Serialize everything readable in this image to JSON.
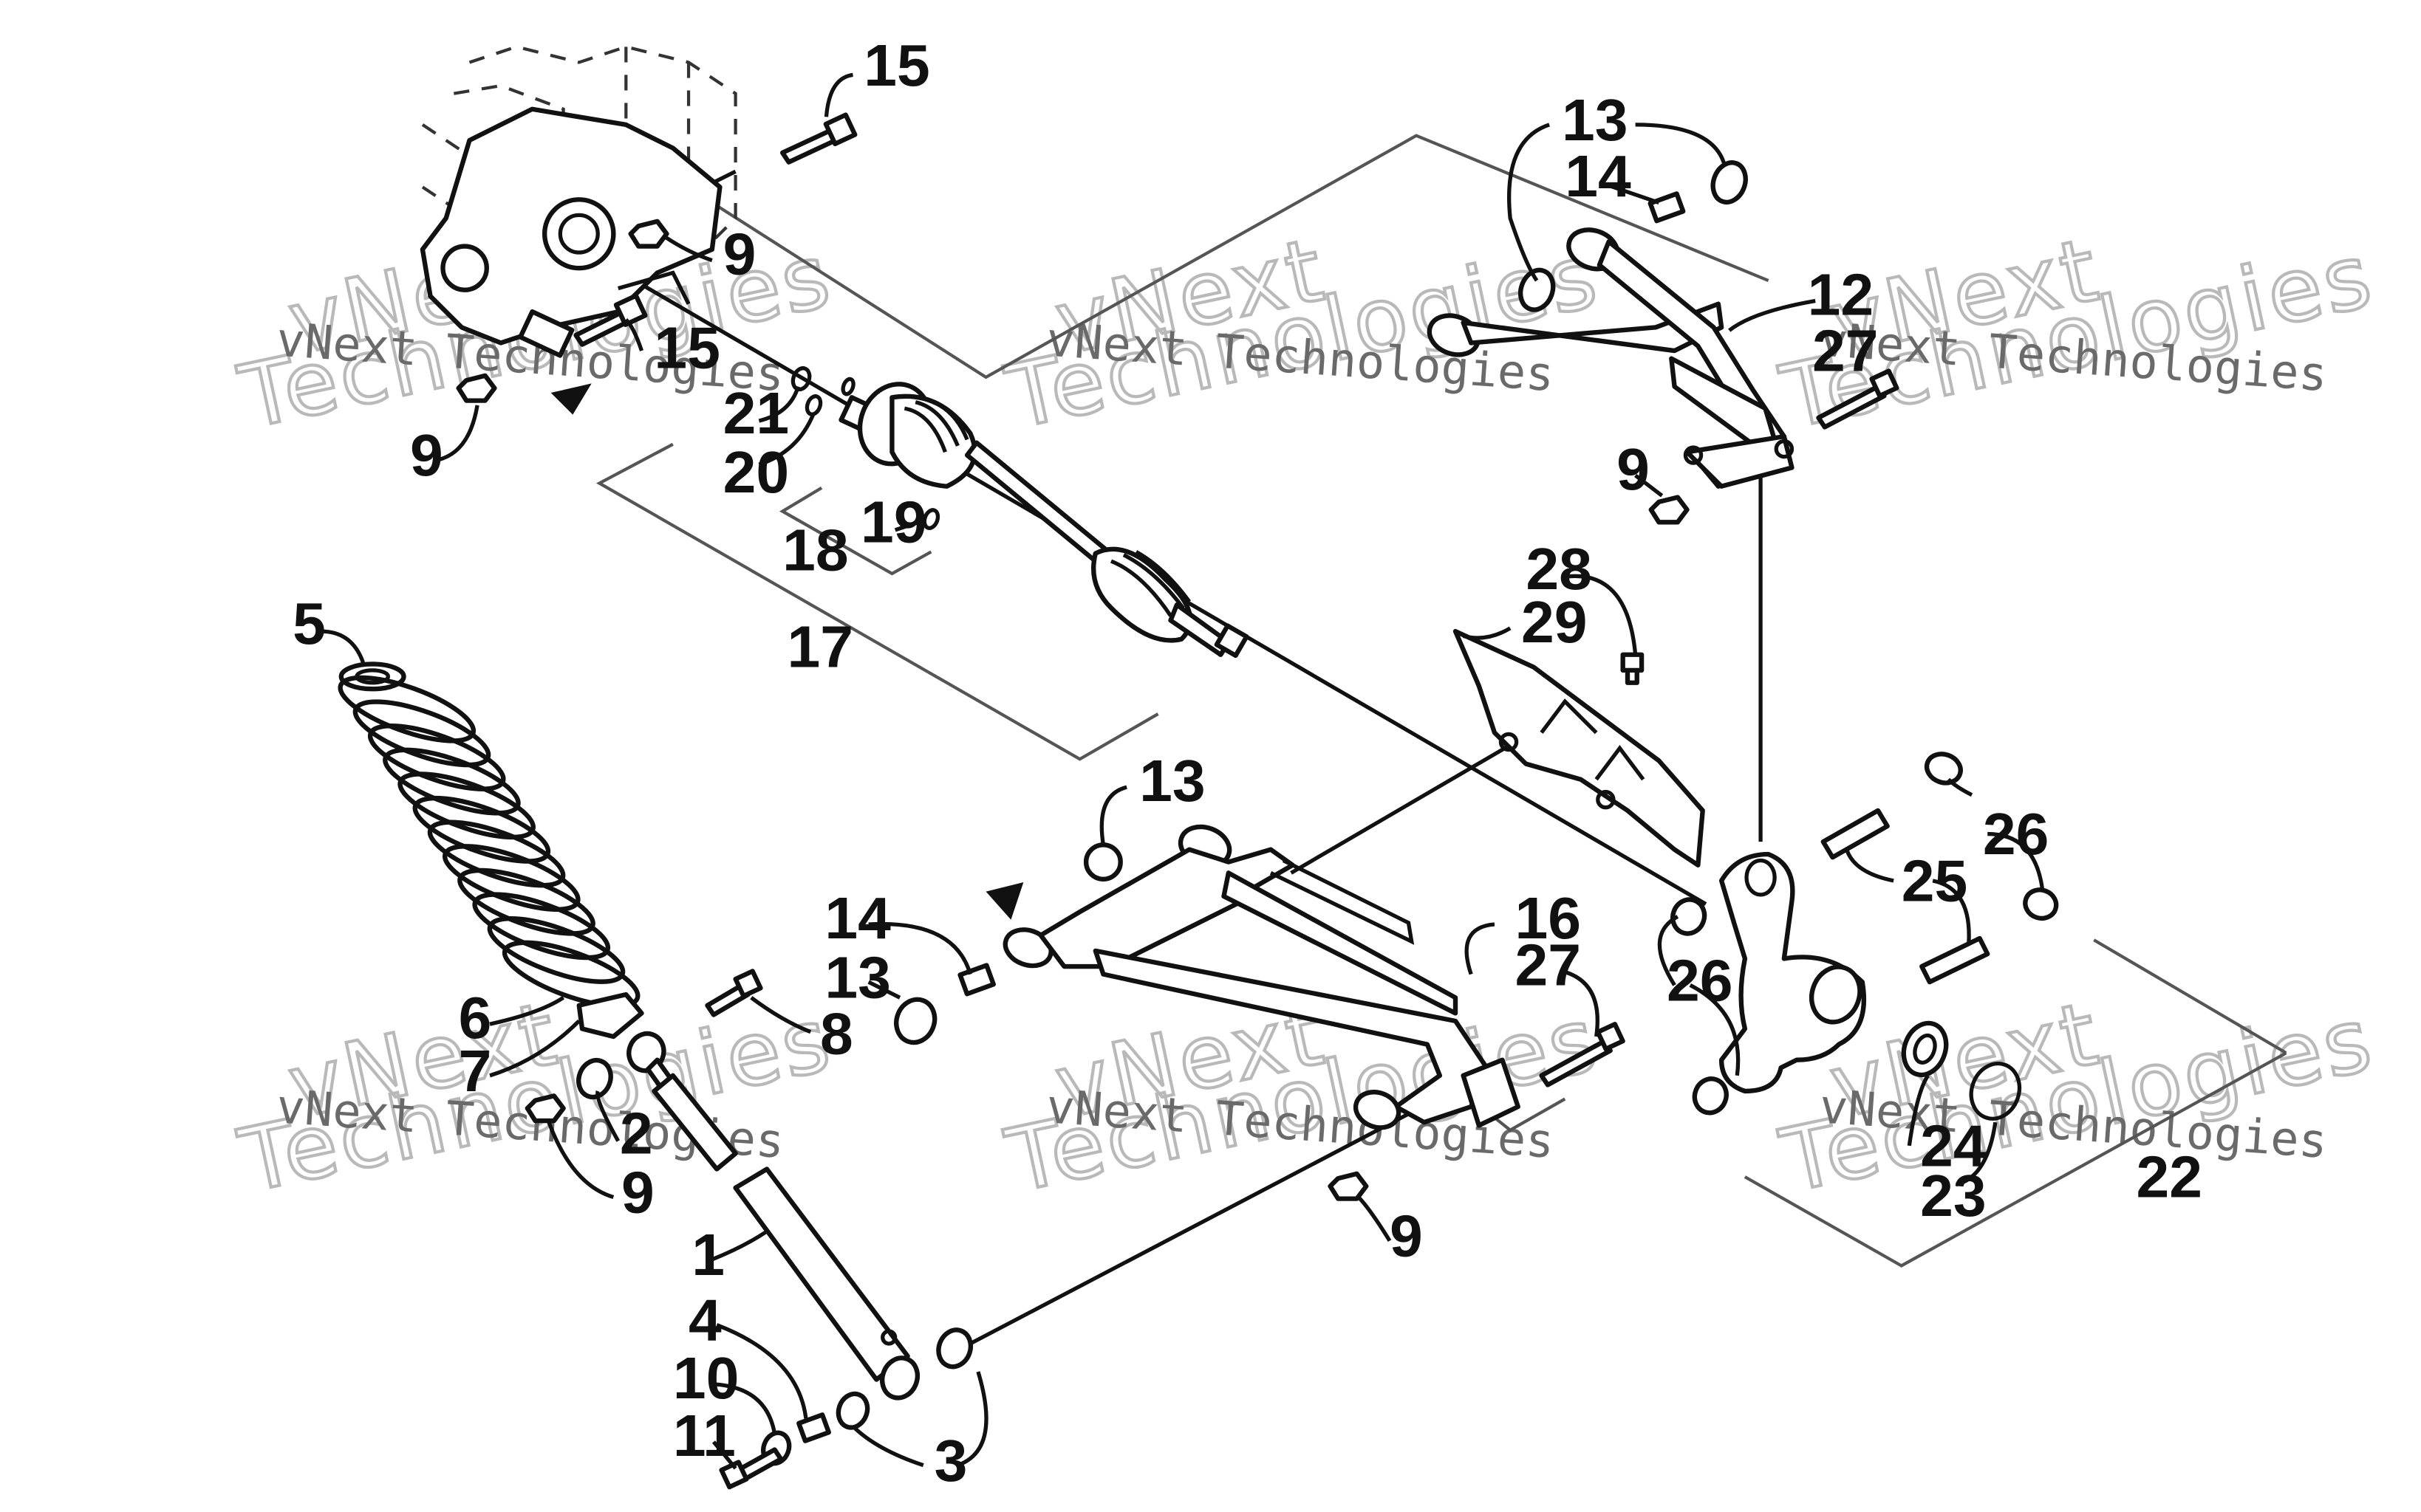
{
  "diagram": {
    "part_numbers": {
      "p1": "1",
      "p2": "2",
      "p3": "3",
      "p4": "4",
      "p5": "5",
      "p6": "6",
      "p7": "7",
      "p8": "8",
      "p9a": "9",
      "p9b": "9",
      "p9c": "9",
      "p9d": "9",
      "p9e": "9",
      "p10": "10",
      "p11": "11",
      "p12": "12",
      "p13a": "13",
      "p13b": "13",
      "p13c": "13",
      "p14a": "14",
      "p14b": "14",
      "p15a": "15",
      "p15b": "15",
      "p16": "16",
      "p17": "17",
      "p18": "18",
      "p19": "19",
      "p20": "20",
      "p21": "21",
      "p22": "22",
      "p23": "23",
      "p24": "24",
      "p25": "25",
      "p26a": "26",
      "p26b": "26",
      "p27a": "27",
      "p27b": "27",
      "p28": "28",
      "p29": "29"
    },
    "watermark": {
      "line1": "vNext Technologies",
      "big": "Technologies",
      "brand": "vNext"
    },
    "colors": {
      "ink": "#111111",
      "background": "#ffffff",
      "watermark": "#b9b9b9"
    }
  }
}
